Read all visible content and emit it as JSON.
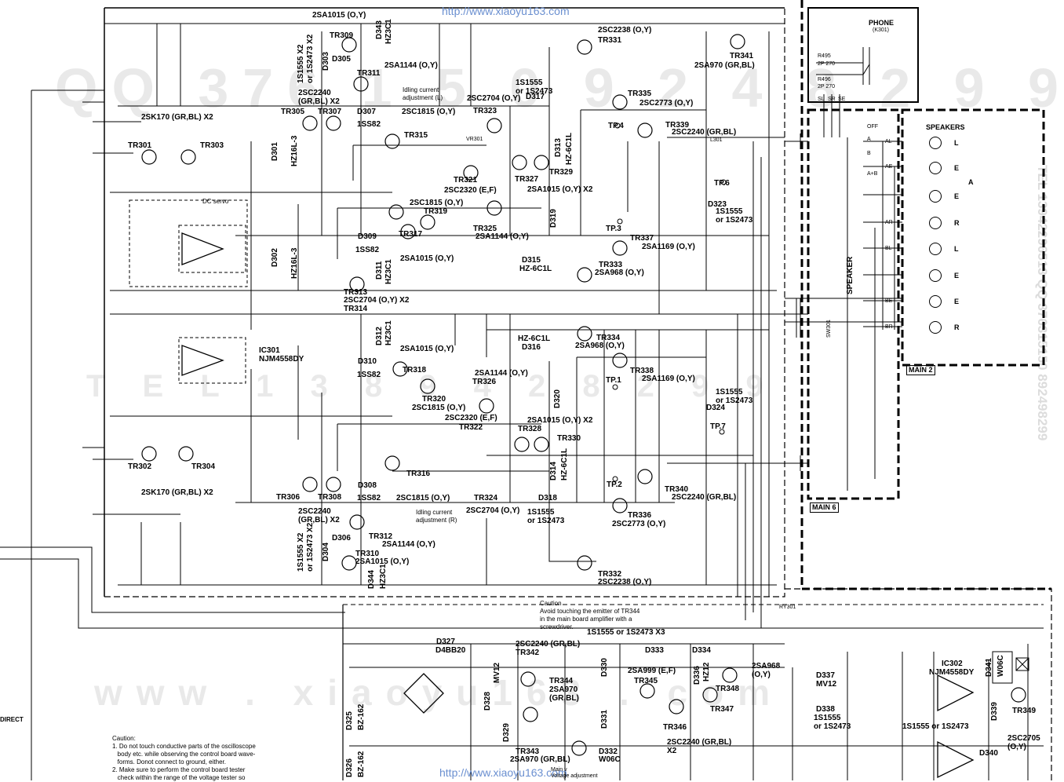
{
  "watermarks": {
    "top_url": "http://www.xiaoyu163.com",
    "bottom_url": "http://www.xiaoyu163.com",
    "bg_row1": "QQ 376 1 5 0 9 2 4 8 2 9 9",
    "bg_row2": "T E L 1 3 8 9 4 2 8 2 9 9",
    "bg_row3": "www . xiaoyu163 . com",
    "side_tel": "TEL 13942296513 QQ 376315150 892498299"
  },
  "phone": {
    "title": "PHONE",
    "ref": "(K301)",
    "r1": "R495",
    "r1v": "2P 270",
    "r2": "R496",
    "r2v": "2P 270"
  },
  "speakers": {
    "title": "SPEAKERS",
    "group": "A",
    "vertical_label": "SPEAKER",
    "switch_ref": "SW301",
    "terminals": [
      "L",
      "E",
      "E",
      "R",
      "L",
      "E",
      "E",
      "R"
    ],
    "switch_positions": [
      "OFF",
      "A",
      "B",
      "A+B"
    ],
    "wires": [
      "AL",
      "AE",
      "AR",
      "BL",
      "BE",
      "BR"
    ],
    "ends": [
      "SL",
      "SR",
      "SE"
    ]
  },
  "blocks": {
    "main2": "MAIN 2",
    "main6": "MAIN 6"
  },
  "labels": {
    "q1": "2SA1015 (O,Y)",
    "tr309": "TR309",
    "hz3c1_a": "HZ3C1",
    "d343": "D343",
    "d303": "D303",
    "d305": "D305",
    "d_1s1555_x2": "1S1555 X2",
    "or_1s2473_x2": "or 1S2473 X2",
    "tr311": "TR311",
    "q2sa1144": "2SA1144 (O,Y)",
    "idle_l": "Idling current\nadjustment (L)",
    "d317": "D317",
    "d1s1555": "1S1555\nor 1S2473",
    "q2sc2240_gr": "2SC2240\n(GR,BL) X2",
    "tr305": "TR305",
    "tr307": "TR307",
    "d307": "D307",
    "d1ss82": "1SS82",
    "q2sc1815": "2SC1815 (O,Y)",
    "tr315": "TR315",
    "tr323": "TR323",
    "q2sc2704": "2SC2704 (O,Y)",
    "q2sc2238": "2SC2238 (O,Y)",
    "tr331": "TR331",
    "tr335": "TR335",
    "q2sc2773": "2SC2773 (O,Y)",
    "tr341": "TR341",
    "q2sa970": "2SA970 (GR,BL)",
    "q2sk170": "2SK170 (GR,BL) X2",
    "tr301": "TR301",
    "tr303": "TR303",
    "d301": "D301",
    "hz16l3": "HZ16L-3",
    "dc_servo": "DC servo",
    "vr301": "VR301",
    "d313": "D313",
    "hz6c1l": "HZ-6C1L",
    "tr329": "TR329",
    "tr327": "TR327",
    "q2sa1015_x2": "2SA1015 (O,Y) X2",
    "q2sc2320": "2SC2320 (E,F)",
    "tr321": "TR321",
    "tp4": "TP.4",
    "tr339": "TR339",
    "q2sc2240": "2SC2240 (GR,BL)",
    "l301": "L301",
    "tp6": "TP.6",
    "d323": "D323",
    "d319": "D319",
    "tr319": "TR319",
    "tr325": "TR325",
    "tr317": "TR317",
    "d309": "D309",
    "tr337": "TR337",
    "tp3": "TP.3",
    "q2sa1169": "2SA1169 (O,Y)",
    "d315": "D315",
    "tr333": "TR333",
    "q2sa968": "2SA968 (O,Y)",
    "d302": "D302",
    "d311": "D311",
    "hz3c1_b": "HZ3C1",
    "tr313": "TR313",
    "q2sc2704_x2": "2SC2704 (O,Y) X2",
    "tr314": "TR314",
    "ic301": "IC301",
    "njm4558": "NJM4558DY",
    "d312": "D312",
    "d316": "D316",
    "tr334": "TR334",
    "tr318": "TR318",
    "d310": "D310",
    "tr326": "TR326",
    "tr338": "TR338",
    "tp1": "TP.1",
    "d324": "D324",
    "tr320": "TR320",
    "tr322": "TR322",
    "tr328": "TR328",
    "tr330": "TR330",
    "d320": "D320",
    "tp7": "TP.7",
    "tr302": "TR302",
    "tr304": "TR304",
    "tr316": "TR316",
    "d314": "D314",
    "tr306": "TR306",
    "tr308": "TR308",
    "d308": "D308",
    "d318": "D318",
    "tr324": "TR324",
    "tp2": "TP.2",
    "tr340": "TR340",
    "tr336": "TR336",
    "idle_r": "Idling current\nadjustment (R)",
    "d306": "D306",
    "tr312": "TR312",
    "d304": "D304",
    "tr310": "TR310",
    "d344": "D344",
    "tr332": "TR332",
    "caution_mid": "Caution\nAvoid touching the emitter of TR344\nin the main board amplifier with a\nscrewdriver.",
    "ry301": "RY301",
    "d327": "D327",
    "d4bb20": "D4BB20",
    "d328": "D328",
    "mv12": "MV12",
    "tr342": "TR342",
    "tr344": "TR344",
    "q2sa970_b": "2SA970\n(GR,BL)",
    "d330": "D330",
    "d331": "D331",
    "d333": "D333",
    "d334": "D334",
    "tr345": "TR345",
    "q2sa999": "2SA999 (E,F)",
    "d336": "D336",
    "hz12": "HZ12",
    "tr348": "TR348",
    "tr347": "TR347",
    "tr346": "TR346",
    "q2sa968_b": "2SA968\n(O,Y)",
    "d337": "D337",
    "mv12_b": "MV12",
    "d338": "D338",
    "ic302": "IC302",
    "njm4558_b": "NJM4558DY",
    "d341": "D341",
    "w06c": "W06C",
    "tr349": "TR349",
    "d339": "D339",
    "d340": "D340",
    "q2sc2705": "2SC2705\n(O,Y)",
    "d325": "D325",
    "bz162": "BZ-162",
    "d326": "D326",
    "d329": "D329",
    "tr343": "TR343",
    "d332": "D332",
    "w06c_b": "W06C",
    "x3": "1S1555 or 1S2473 X3",
    "or_1s2473_b": "1S1555 or 1S2473",
    "x2_b": "2SC2240 (GR,BL)\nX2",
    "direct": "DIRECT",
    "caution_bottom": "Caution:\n1. Do not touch conductive parts of the oscilloscope\n   body etc. while observing the control board wave-\n   forms. Donot connect to ground, either.\n2. Make sure to perform the control board tester\n   check within the range of the voltage tester so",
    "main_v": "Main v\nVoltage adjustment"
  }
}
